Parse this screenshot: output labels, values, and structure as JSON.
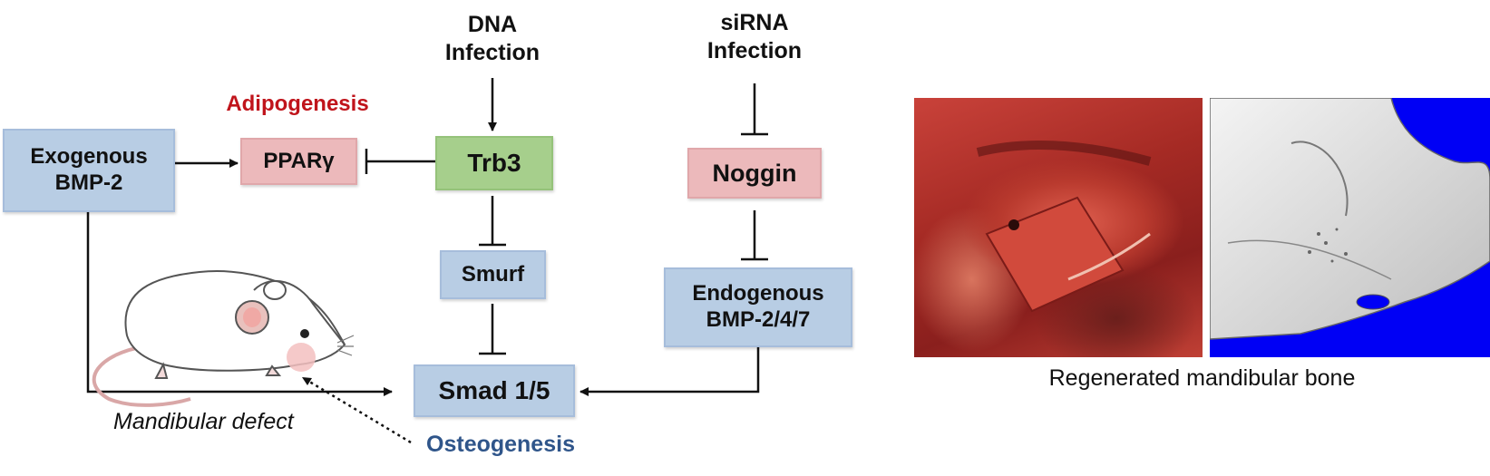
{
  "nodes": {
    "exogenous_bmp2": "Exogenous\nBMP-2",
    "ppar": "PPARγ",
    "trb3": "Trb3",
    "noggin": "Noggin",
    "smurf": "Smurf",
    "endogenous_bmp": "Endogenous\nBMP-2/4/7",
    "smad": "Smad 1/5"
  },
  "labels": {
    "dna_infection": "DNA\nInfection",
    "sirna_infection": "siRNA\nInfection",
    "adipogenesis": "Adipogenesis",
    "osteogenesis": "Osteogenesis",
    "mandibular_defect": "Mandibular defect",
    "regenerated_caption": "Regenerated mandibular bone"
  },
  "colors": {
    "adipogenesis": "#c0141b",
    "osteogenesis": "#2f558a",
    "box_blue": "#b8cde4",
    "box_pink": "#ecb9bb",
    "box_green": "#a6cf8c",
    "ct_background": "#0000f5"
  }
}
